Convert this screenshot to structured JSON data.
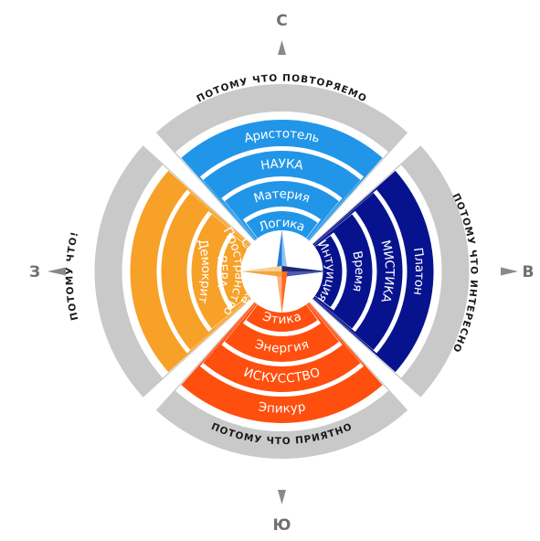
{
  "directions": {
    "north": "С",
    "east": "В",
    "south": "Ю",
    "west": "З"
  },
  "colors": {
    "outer_band": "#c9c9ca",
    "north": "#2196e8",
    "east": "#07138e",
    "south": "#ff4f0f",
    "west": "#f7a128",
    "compass_blue": "#1e7bd8",
    "compass_navy": "#1b2a7a",
    "compass_orange": "#ff6a1a",
    "compass_gold": "#f2a33a"
  },
  "outer_band": {
    "north": "ПОТОМУ ЧТО ПОВТОРЯЕМО",
    "east": "ПОТОМУ ЧТО ИНТЕРЕСНО",
    "south": "ПОТОМУ ЧТО ПРИЯТНО",
    "west": "ПОТОМУ ЧТО!"
  },
  "quadrants": {
    "north": {
      "rings": [
        "Аристотель",
        "НАУКА",
        "Материя",
        "Логика"
      ]
    },
    "east": {
      "rings": [
        "Платон",
        "МИСТИКА",
        "Время",
        "Интуиция"
      ]
    },
    "south": {
      "rings": [
        "Эпикур",
        "ИСКУССТВО",
        "Энергия",
        "Этика"
      ]
    },
    "west": {
      "rings": [
        "Демокрит",
        "ВЕРА",
        "Пространство",
        "Сенсорика"
      ]
    }
  }
}
